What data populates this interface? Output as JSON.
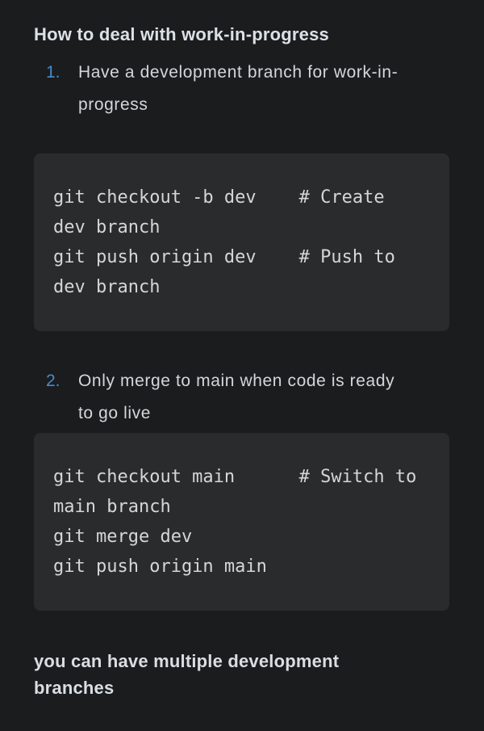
{
  "page": {
    "background": "#1b1c1e",
    "code_background": "#2a2b2d",
    "accent_blue": "#4a8bc9",
    "heading_color": "#dbe1e6",
    "body_text_color": "#d3d7da",
    "code_text_color": "#d5d6d7"
  },
  "article": {
    "heading": "How to deal with work-in-progress",
    "steps": [
      {
        "number": "1.",
        "text": "Have a development branch for work-in-\nprogress",
        "code": "git checkout -b dev    # Create\ndev branch\ngit push origin dev    # Push to\ndev branch"
      },
      {
        "number": "2.",
        "text": "Only merge to main when code is ready\nto go live",
        "code": "git checkout main      # Switch to\nmain branch\ngit merge dev\ngit push origin main"
      }
    ],
    "footer_note": "you can have multiple development\nbranches"
  }
}
